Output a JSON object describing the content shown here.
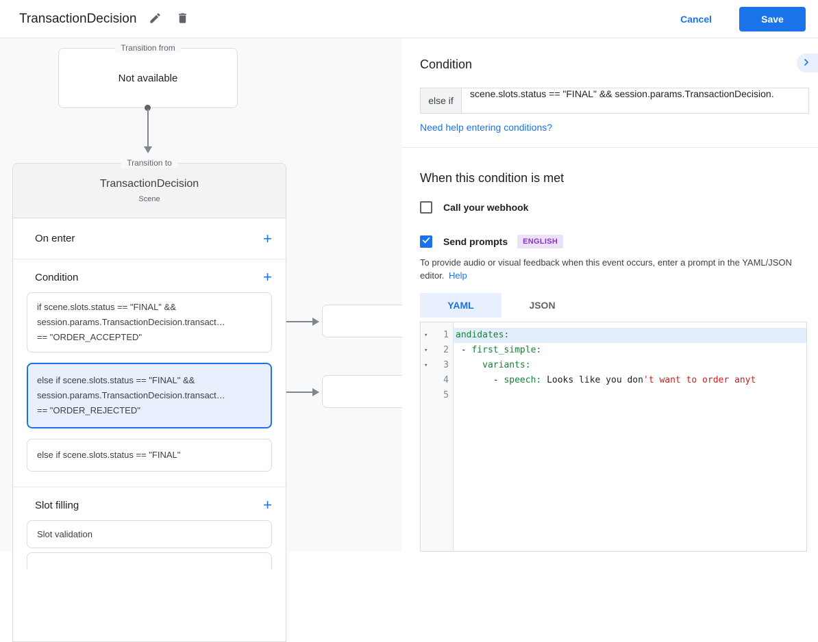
{
  "topbar": {
    "title": "TransactionDecision",
    "cancel": "Cancel",
    "save": "Save"
  },
  "diagram": {
    "from_label": "Transition from",
    "from_content": "Not available",
    "to_label": "Transition to",
    "scene": {
      "name": "TransactionDecision",
      "type": "Scene",
      "on_enter": "On enter",
      "condition": "Condition",
      "slot_filling": "Slot filling",
      "add": "+",
      "conditions": [
        {
          "lines": [
            "if scene.slots.status == \"FINAL\" &&",
            "session.params.TransactionDecision.transact…",
            "== \"ORDER_ACCEPTED\""
          ]
        },
        {
          "lines": [
            "else if scene.slots.status == \"FINAL\" &&",
            "session.params.TransactionDecision.transact…",
            "== \"ORDER_REJECTED\""
          ]
        },
        {
          "lines": [
            "else if scene.slots.status == \"FINAL\""
          ]
        }
      ],
      "slots": [
        "Slot validation"
      ]
    }
  },
  "panel": {
    "title": "Condition",
    "cond_prefix": "else if",
    "cond_value": "scene.slots.status == \"FINAL\" && session.params.TransactionDecision.",
    "help_link": "Need help entering conditions?",
    "when_title": "When this condition is met",
    "webhook_label": "Call your webhook",
    "prompts_label": "Send prompts",
    "language_badge": "ENGLISH",
    "feedback_text": "To provide audio or visual feedback when this event occurs, enter a prompt in the YAML/JSON editor.",
    "feedback_help": "Help",
    "tab_yaml": "YAML",
    "tab_json": "JSON",
    "editor_lines": [
      {
        "num": "1",
        "fold": true,
        "active": true,
        "segments": [
          {
            "t": "andidates:",
            "c": "key"
          }
        ]
      },
      {
        "num": "2",
        "fold": true,
        "segments": [
          {
            "t": " - ",
            "c": "plain"
          },
          {
            "t": "first_simple:",
            "c": "key"
          }
        ]
      },
      {
        "num": "3",
        "fold": true,
        "segments": [
          {
            "t": "     ",
            "c": "plain"
          },
          {
            "t": "variants:",
            "c": "key"
          }
        ]
      },
      {
        "num": "4",
        "segments": [
          {
            "t": "       - ",
            "c": "plain"
          },
          {
            "t": "speech:",
            "c": "key"
          },
          {
            "t": " Looks like you don",
            "c": "plain"
          },
          {
            "t": "'t want to order anyt",
            "c": "string"
          }
        ]
      },
      {
        "num": "5",
        "segments": []
      }
    ]
  },
  "colors": {
    "accent": "#1a73e8",
    "code_key": "#188038",
    "code_string": "#c5221f",
    "badge_text": "#8430ce"
  }
}
